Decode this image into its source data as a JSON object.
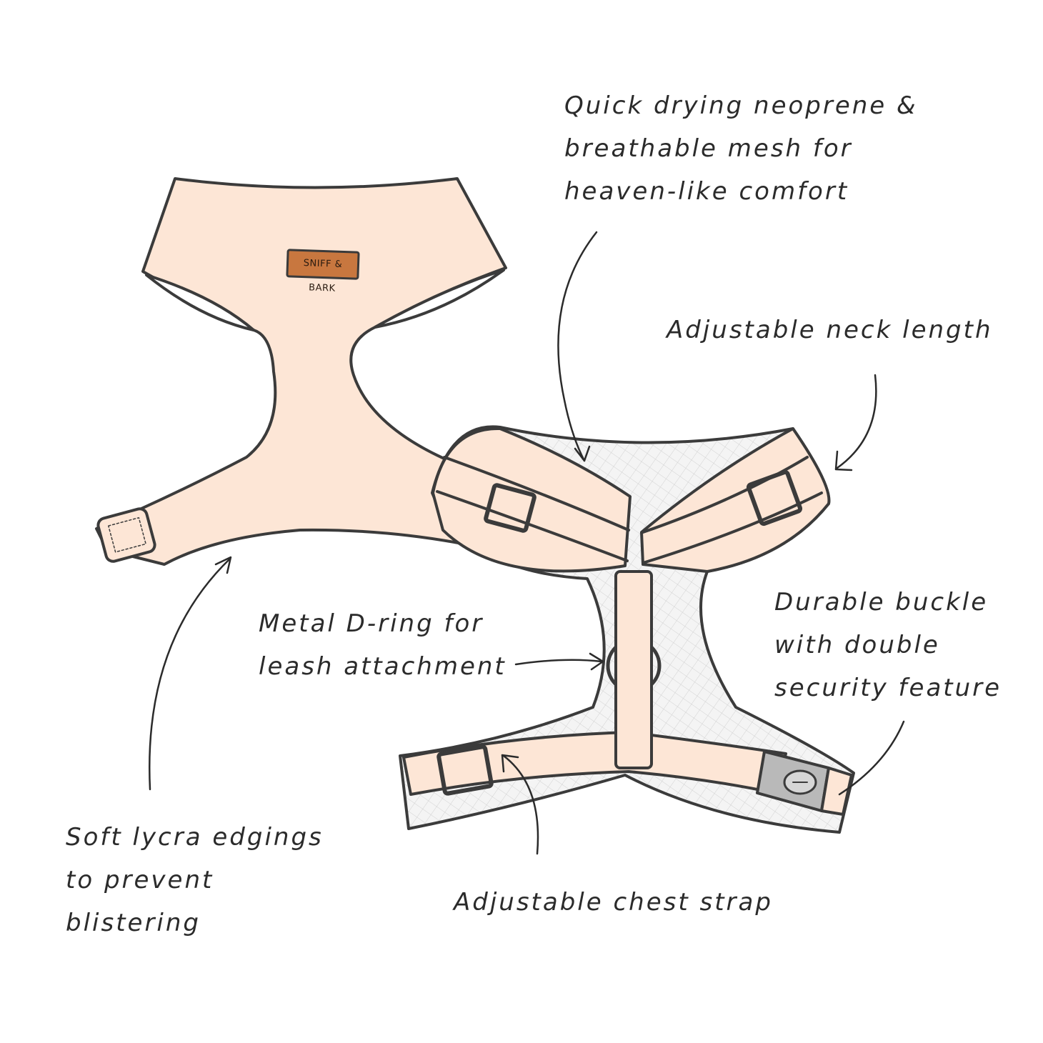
{
  "brand_label": "SNIFF & BARK",
  "colors": {
    "peach": "#fde6d6",
    "outline": "#3b3b3b",
    "mesh": "#f2f2f2",
    "buckle": "#b9b9b9",
    "brand_tag": "#c8773f"
  },
  "annotations": {
    "material": [
      "Quick drying neoprene &",
      "breathable mesh for",
      "heaven-like comfort"
    ],
    "neck": [
      "Adjustable neck length"
    ],
    "dring": [
      "Metal D-ring for",
      "leash attachment"
    ],
    "buckle": [
      "Durable buckle",
      "with double",
      "security feature"
    ],
    "edging": [
      "Soft lycra edgings",
      "to prevent",
      "blistering"
    ],
    "chest": [
      "Adjustable chest strap"
    ]
  }
}
